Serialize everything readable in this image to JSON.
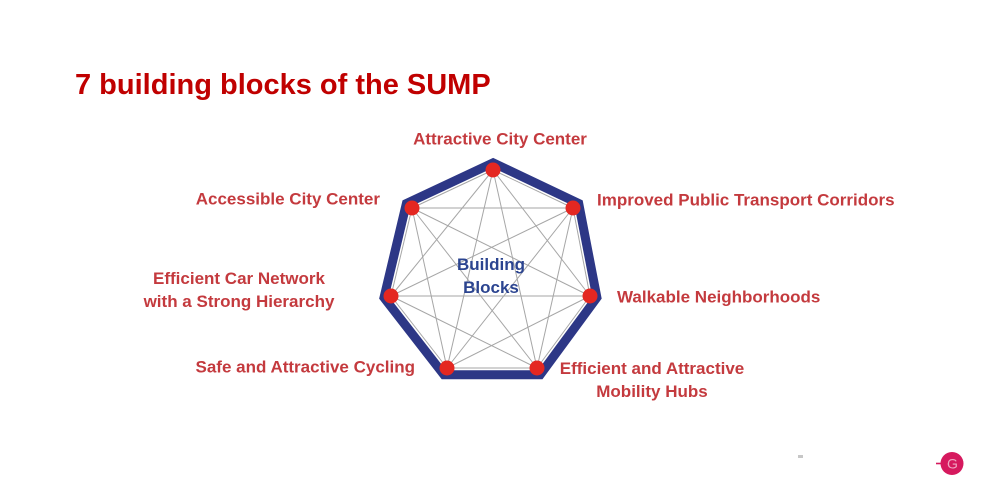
{
  "title": "7 building blocks of the SUMP",
  "diagram": {
    "center": {
      "lines": [
        "Building",
        "Blocks"
      ]
    },
    "nodes": [
      {
        "id": "attractive-city-center",
        "lines": [
          "Attractive City Center"
        ]
      },
      {
        "id": "improved-public-transport-corridors",
        "lines": [
          "Improved Public Transport Corridors"
        ]
      },
      {
        "id": "walkable-neighborhoods",
        "lines": [
          "Walkable Neighborhoods"
        ]
      },
      {
        "id": "efficient-attractive-mobility-hubs",
        "lines": [
          "Efficient and Attractive",
          "Mobility Hubs"
        ]
      },
      {
        "id": "safe-and-attractive-cycling",
        "lines": [
          "Safe and Attractive Cycling"
        ]
      },
      {
        "id": "efficient-car-network",
        "lines": [
          "Efficient Car Network",
          "with a Strong Hierarchy"
        ]
      },
      {
        "id": "accessible-city-center",
        "lines": [
          "Accessible City Center"
        ]
      }
    ]
  },
  "logo": {
    "letter": "G"
  },
  "colors": {
    "title_red": "#c00000",
    "label_red": "#c43a3e",
    "dot_red": "#e42721",
    "navy_edge": "#2d3786",
    "center_text_navy": "#2b4490",
    "connector_gray": "#a6a6a6",
    "logo_pink": "#d6195e",
    "logo_letter_pink": "#efa6c2"
  }
}
